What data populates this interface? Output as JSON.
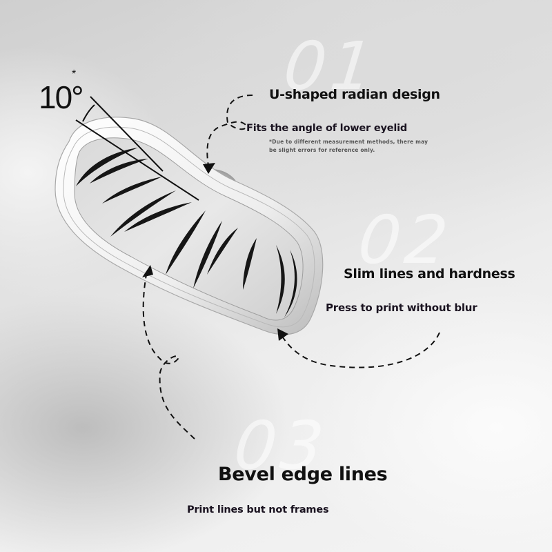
{
  "angle": {
    "value": "10°",
    "marker": "*"
  },
  "features": [
    {
      "number": "01",
      "title": "U-shaped radian design",
      "subtitle": "Fits the angle of lower eyelid",
      "note_line1": "*Due to different measurement methods, there may",
      "note_line2": "be slight errors for reference only."
    },
    {
      "number": "02",
      "title": "Slim lines and hardness",
      "subtitle": "Press to print without blur"
    },
    {
      "number": "03",
      "title": "Bevel edge lines",
      "subtitle": "Print lines but not frames"
    }
  ],
  "colors": {
    "text": "#111111",
    "ghost_number": "#ffffff",
    "product_body": "#f2f2f2",
    "lash": "#1a1a1a"
  }
}
